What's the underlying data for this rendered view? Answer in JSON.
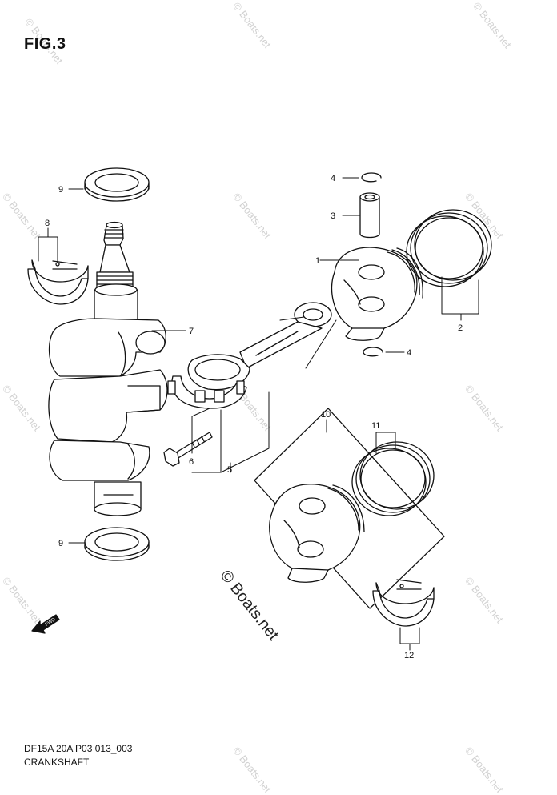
{
  "figure": {
    "title": "FIG.3"
  },
  "footer": {
    "code": "DF15A 20A P03 013_003",
    "name": "CRANKSHAFT"
  },
  "watermark": {
    "main": "© Boats.net",
    "tile": "© Boats.net"
  },
  "fwd_arrow": {
    "label": "FWD"
  },
  "callouts": [
    "1",
    "2",
    "3",
    "4",
    "4",
    "5",
    "6",
    "7",
    "8",
    "9",
    "9",
    "10",
    "11",
    "12"
  ]
}
